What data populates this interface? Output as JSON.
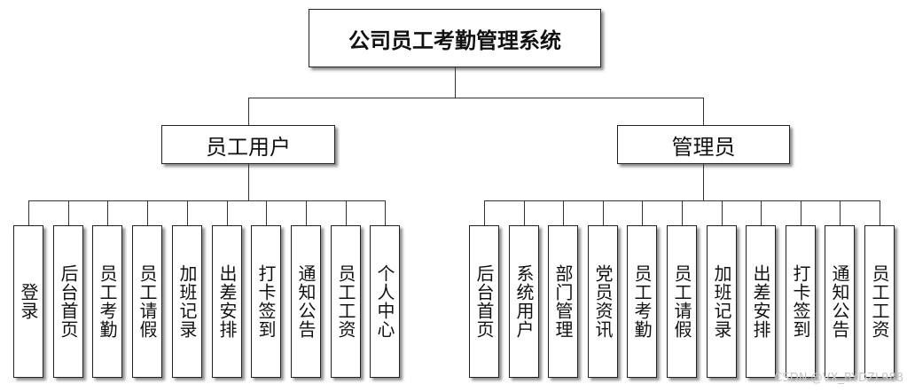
{
  "root": {
    "title": "公司员工考勤管理系统"
  },
  "groups": [
    {
      "title": "员工用户",
      "children": [
        "登录",
        "后台首页",
        "员工考勤",
        "员工请假",
        "加班记录",
        "出差安排",
        "打卡签到",
        "通知公告",
        "员工工资",
        "个人中心"
      ]
    },
    {
      "title": "管理员",
      "children": [
        "后台首页",
        "系统用户",
        "部门管理",
        "党员资讯",
        "员工考勤",
        "员工请假",
        "加班记录",
        "出差安排",
        "打卡签到",
        "通知公告",
        "员工工资"
      ]
    }
  ],
  "watermark": "CSDN @VX_BYDZL988"
}
